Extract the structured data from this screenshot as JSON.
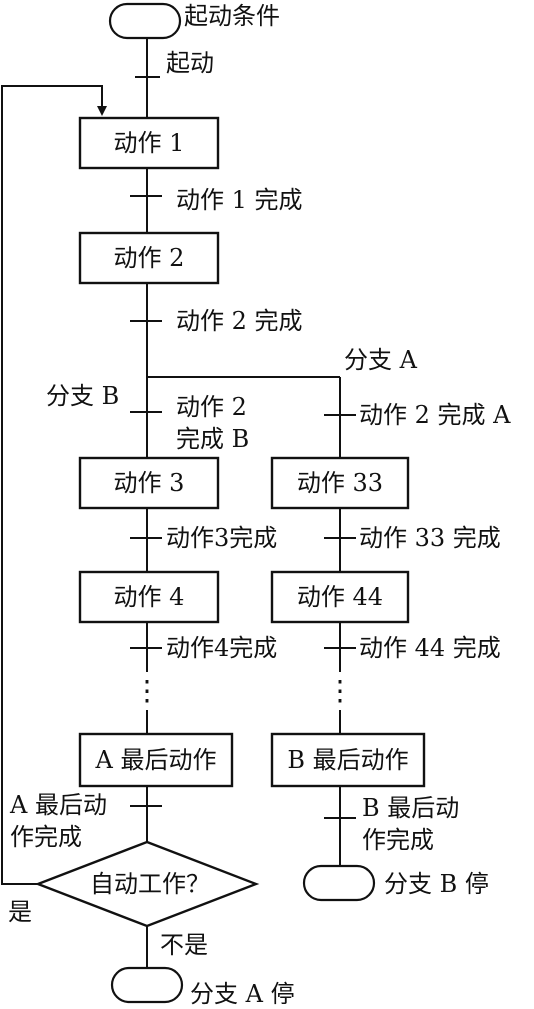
{
  "start": {
    "label": "起动条件",
    "transition": "起动"
  },
  "sequence": {
    "step1": "动作 1",
    "t1": "动作 1 完成",
    "step2": "动作 2",
    "t2": "动作 2 完成"
  },
  "branch_a": {
    "title": "分支 A",
    "transition": "动作 2 完成 A",
    "step3": "动作 33",
    "t3": "动作 33 完成",
    "step4": "动作 44",
    "t4": "动作 44 完成",
    "dots": "⋮",
    "last": "B 最后动作",
    "last_transition": "B 最后动\n作完成",
    "end": "分支 B 停"
  },
  "branch_b": {
    "title": "分支 B",
    "transition": "动作 2\n完成 B",
    "step3": "动作 3",
    "t3": "动作3完成",
    "step4": "动作 4",
    "t4": "动作4完成",
    "dots": "⋮",
    "last": "A 最后动作",
    "last_transition": "A 最后动\n作完成",
    "decision": "自动工作？",
    "yes": "是",
    "no": "不是",
    "end": "分支 A 停"
  }
}
